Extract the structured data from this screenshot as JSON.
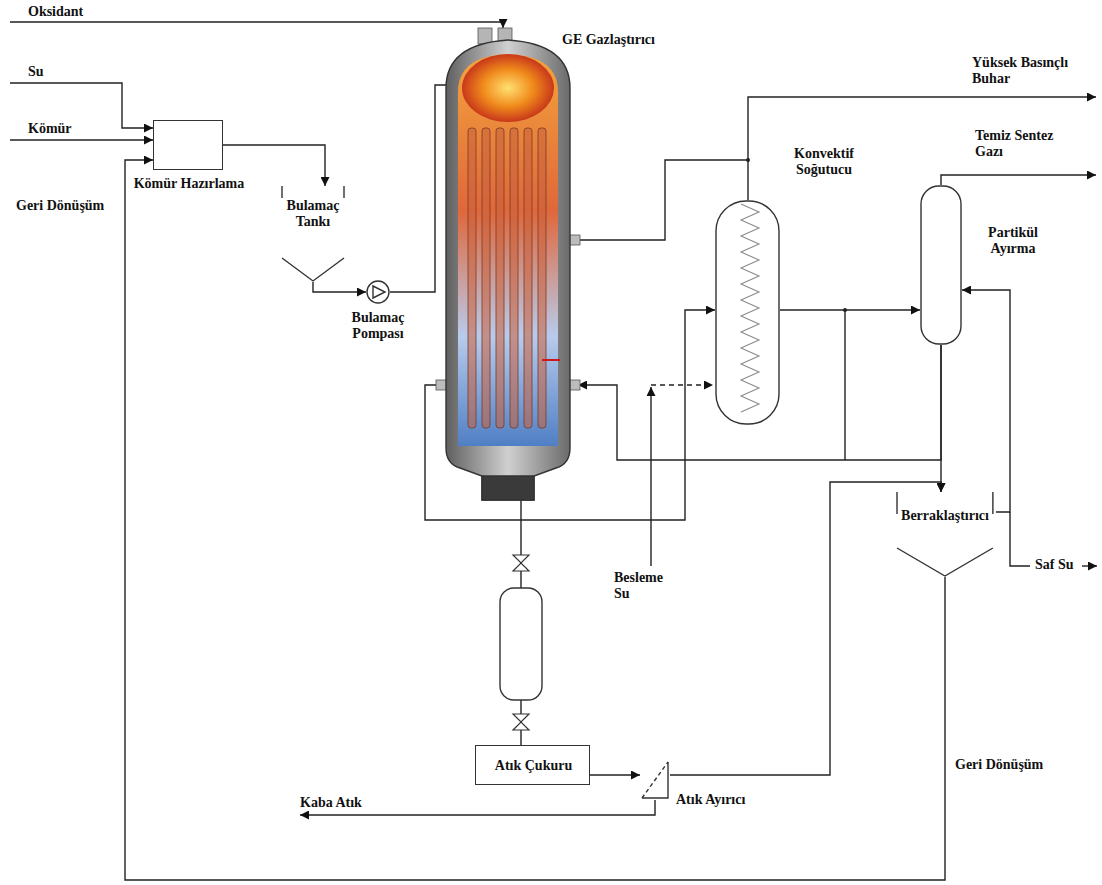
{
  "diagram": {
    "nodes": [
      {
        "text": [
          "Kömür Hazırlama"
        ]
      },
      {
        "text": [
          "Bulamaç Tankı"
        ]
      },
      {
        "text": [
          "Bulamaç Pompası"
        ]
      },
      {
        "text": [
          "GE Gazlaştırıcı"
        ]
      },
      {
        "text": [
          "Konvektif Soğutucu"
        ]
      },
      {
        "text": [
          "Partikül Ayırma"
        ]
      },
      {
        "text": [
          "Berraklaştırıcı"
        ]
      },
      {
        "text": [
          "Atık Çukuru"
        ]
      },
      {
        "text": [
          "Atık Ayırıcı"
        ]
      }
    ],
    "edges": [
      {
        "from": 0,
        "to": 1,
        "arrow": "to"
      },
      {
        "from": 1,
        "to": 2,
        "arrow": "to"
      },
      {
        "from": 2,
        "to": 3,
        "arrow": "to"
      },
      {
        "from": 3,
        "to": 4,
        "arrow": "to"
      },
      {
        "from": 4,
        "to": 5,
        "arrow": "to"
      },
      {
        "from": 5,
        "to": 6,
        "arrow": "to"
      },
      {
        "from": 5,
        "to": 3,
        "arrow": "to"
      },
      {
        "from": 6,
        "to": 5,
        "arrow": "to"
      },
      {
        "from": 3,
        "to": 7,
        "arrow": "none"
      },
      {
        "from": 7,
        "to": 8,
        "arrow": "to"
      },
      {
        "from": 8,
        "to": 6,
        "arrow": "to"
      },
      {
        "from": 6,
        "to": 0,
        "arrow": "to"
      }
    ],
    "labels": [
      "Oksidant",
      "Su",
      "Kömür",
      "Geri Dönüşüm",
      "Yüksek Basınçlı Buhar",
      "Temiz Sentez Gazı",
      "Saf Su",
      "Besleme Su",
      "Kaba Atık",
      "Geri Dönüşüm"
    ]
  }
}
